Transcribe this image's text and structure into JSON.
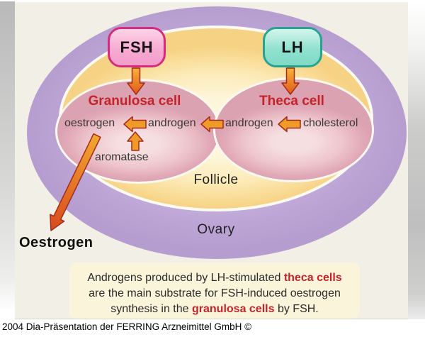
{
  "diagram": {
    "hormones": {
      "fsh": "FSH",
      "lh": "LH"
    },
    "cells": {
      "granulosa": {
        "title": "Granulosa cell",
        "product": "oestrogen",
        "substrate": "androgen",
        "enzyme": "aromatase"
      },
      "theca": {
        "title": "Theca cell",
        "product": "androgen",
        "substrate": "cholesterol"
      }
    },
    "regions": {
      "follicle": "Follicle",
      "ovary": "Ovary"
    },
    "output_label": "Oestrogen"
  },
  "info_box": {
    "line1_prefix": "Androgens produced by LH-stimulated ",
    "line1_highlight": "theca cells",
    "line2": "are the main substrate for FSH-induced oestrogen",
    "line3_prefix": "synthesis in the ",
    "line3_highlight": "granulosa cells",
    "line3_suffix": " by FSH."
  },
  "caption": "2004 Dia-Präsentation der FERRING Arzneimittel GmbH ©",
  "colors": {
    "arrow_fill": "#F09A28",
    "arrow_outline": "#A12C1E",
    "red_label": "#C4232B",
    "fsh_border": "#D62B7E",
    "fsh_fill": "#F5A3CF",
    "lh_border": "#27A391",
    "lh_fill": "#8BE0CD",
    "ovary_purple": "#BCA5D5",
    "follicle_cream": "#FBE5AC",
    "cell_pink": "#E8B6C0",
    "info_box_bg": "#FAF4DA",
    "panel_bg": "#F2F0E6"
  }
}
